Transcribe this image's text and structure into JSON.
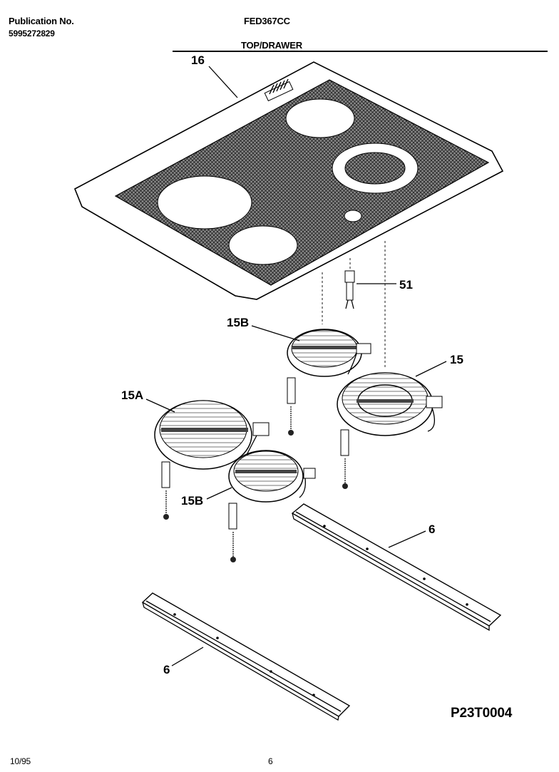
{
  "header": {
    "publication_label": "Publication No.",
    "publication_number": "5995272829",
    "model": "FED367CC",
    "section": "TOP/DRAWER"
  },
  "callouts": {
    "top": "16",
    "switch": "51",
    "element_small_rear": "15B",
    "element_dual": "15",
    "element_large": "15A",
    "element_small_front": "15B",
    "bracket_right": "6",
    "bracket_left": "6"
  },
  "footer": {
    "date": "10/95",
    "page": "6",
    "drawing_code": "P23T0004"
  }
}
